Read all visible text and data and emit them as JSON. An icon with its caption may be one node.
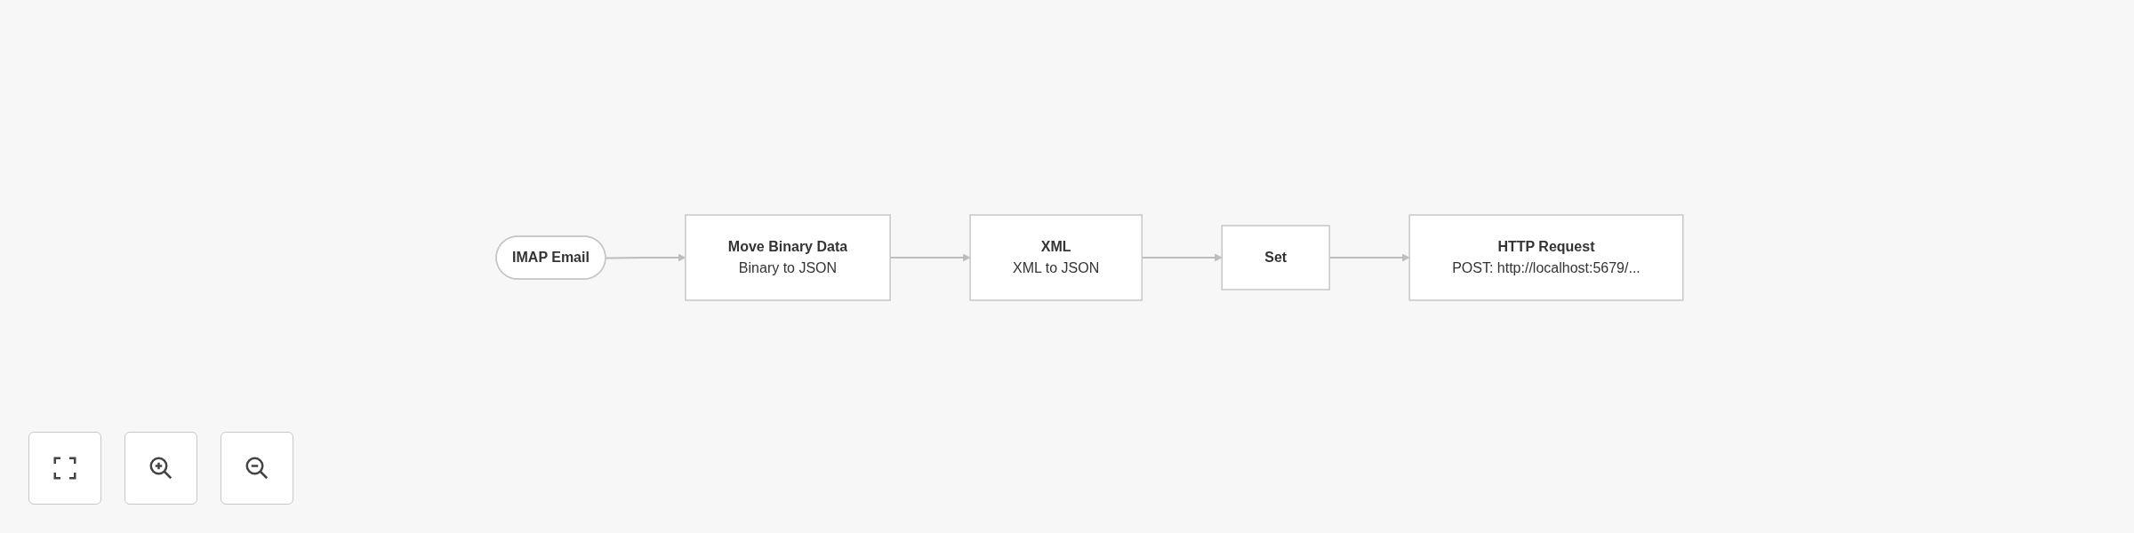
{
  "diagram": {
    "nodes": [
      {
        "text": [
          "IMAP Email"
        ]
      },
      {
        "text": [
          "Move Binary Data",
          "Binary to JSON"
        ]
      },
      {
        "text": [
          "XML",
          "XML to JSON"
        ]
      },
      {
        "text": [
          "Set"
        ]
      },
      {
        "text": [
          "HTTP Request",
          "POST: http://localhost:5679/..."
        ]
      }
    ],
    "edges": [
      {
        "from": 0,
        "to": 1,
        "arrow": "to"
      },
      {
        "from": 1,
        "to": 2,
        "arrow": "to"
      },
      {
        "from": 2,
        "to": 3,
        "arrow": "to"
      },
      {
        "from": 3,
        "to": 4,
        "arrow": "to"
      }
    ]
  }
}
